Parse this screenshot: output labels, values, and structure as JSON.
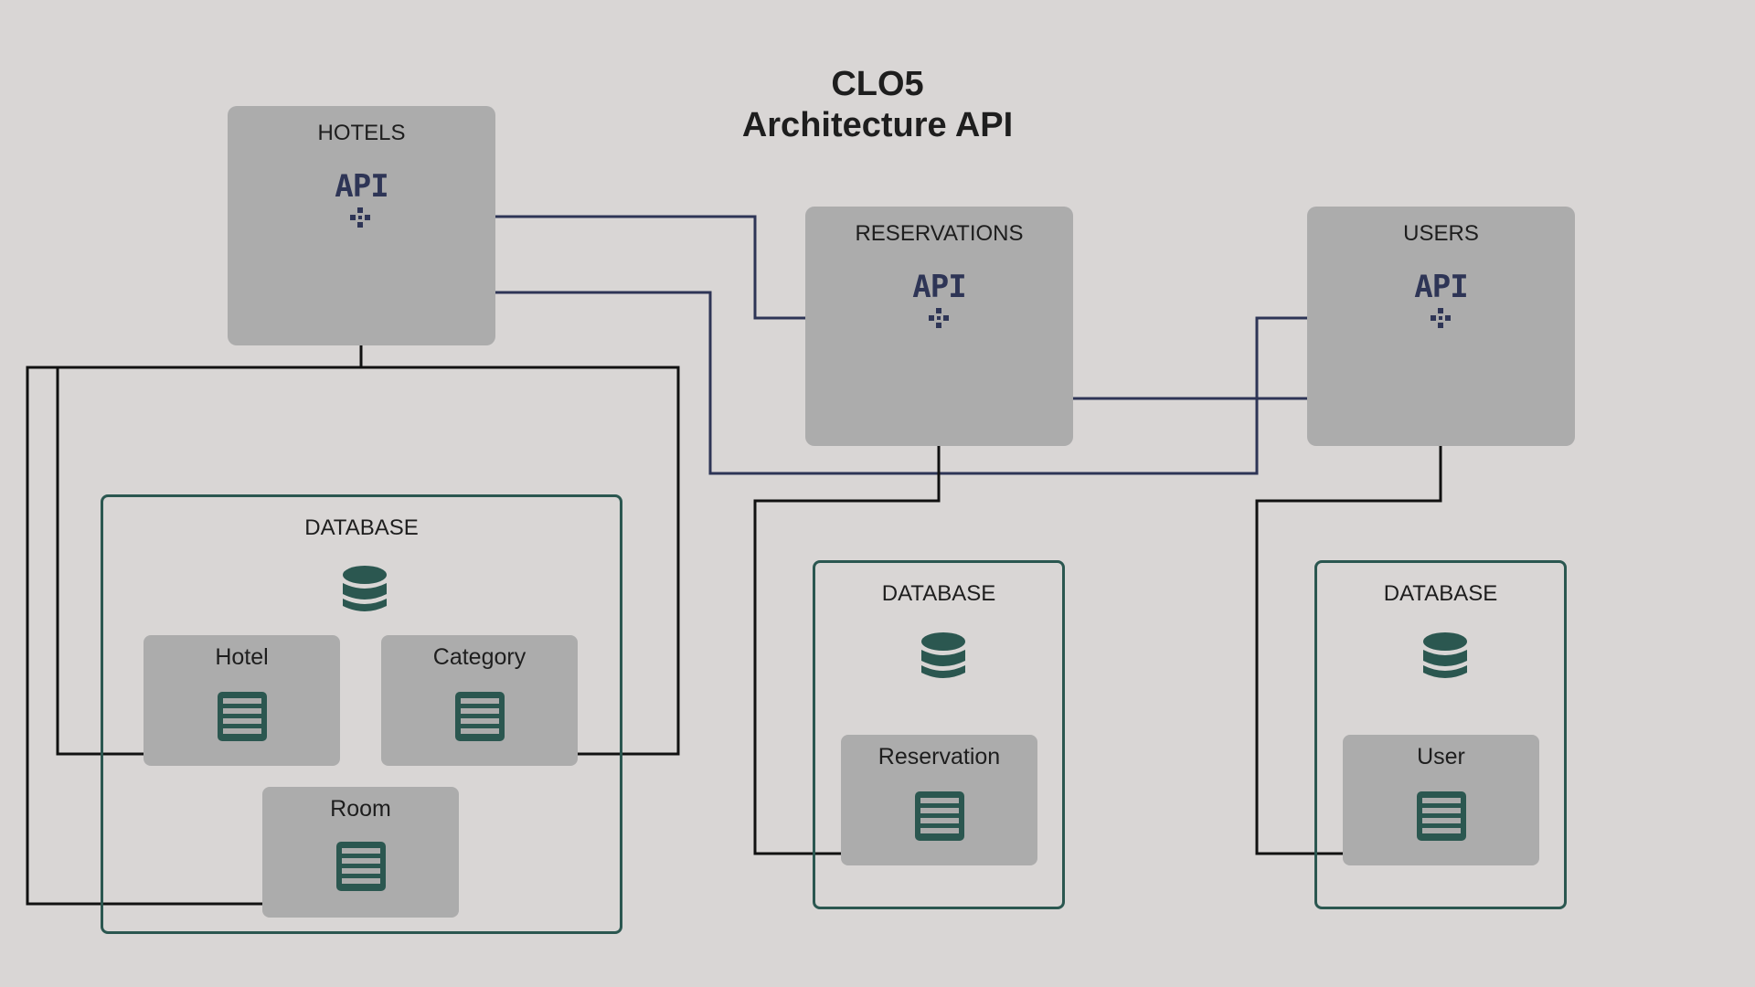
{
  "title": {
    "line1": "CLO5",
    "line2": "Architecture API"
  },
  "services": {
    "hotels": {
      "label": "HOTELS",
      "api": "API"
    },
    "reservations": {
      "label": "RESERVATIONS",
      "api": "API"
    },
    "users": {
      "label": "USERS",
      "api": "API"
    }
  },
  "databases": {
    "hotels": {
      "label": "DATABASE",
      "tables": {
        "hotel": "Hotel",
        "category": "Category",
        "room": "Room"
      }
    },
    "reservations": {
      "label": "DATABASE",
      "tables": {
        "reservation": "Reservation"
      }
    },
    "users": {
      "label": "DATABASE",
      "tables": {
        "user": "User"
      }
    }
  },
  "colors": {
    "background": "#d9d6d5",
    "box": "#acacac",
    "db_border": "#2b5750",
    "db_icon": "#2b5750",
    "api_link": "#2e3556",
    "db_link": "#111111"
  }
}
